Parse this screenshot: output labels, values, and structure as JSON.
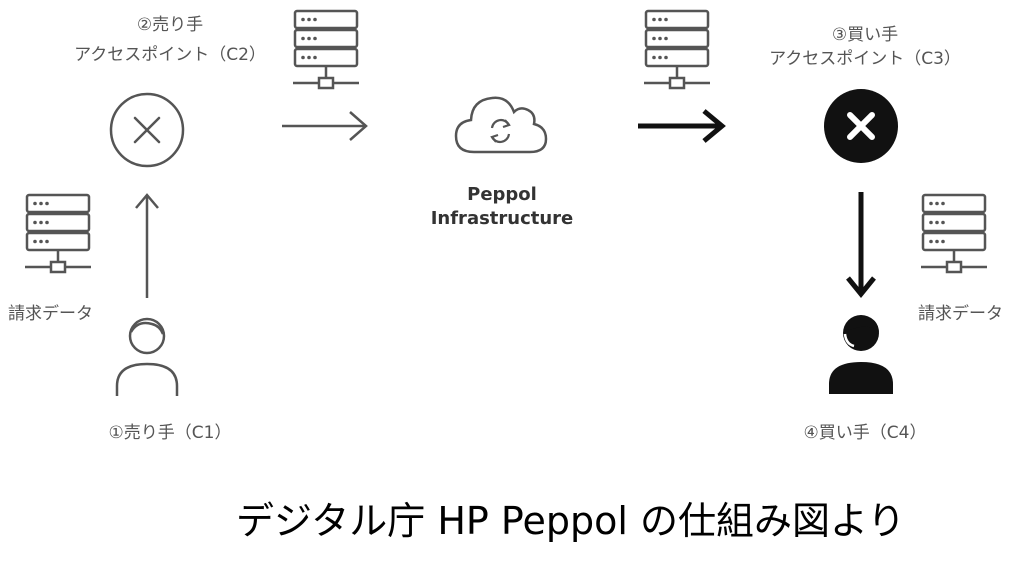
{
  "seller_ap": {
    "title": "②売り手",
    "subtitle": "アクセスポイント（C2）"
  },
  "buyer_ap": {
    "title": "③買い手",
    "subtitle": "アクセスポイント（C3）"
  },
  "seller": {
    "label": "①売り手（C1）"
  },
  "buyer": {
    "label": "④買い手（C4）"
  },
  "invoice_left": {
    "label": "請求データ"
  },
  "invoice_right": {
    "label": "請求データ"
  },
  "infrastructure": {
    "line1": "Peppol",
    "line2": "Infrastructure"
  },
  "caption": {
    "text": "デジタル庁 HP   Peppol の仕組み図より"
  },
  "colors": {
    "outline": "#555555",
    "dark": "#111111",
    "text": "#555555"
  }
}
